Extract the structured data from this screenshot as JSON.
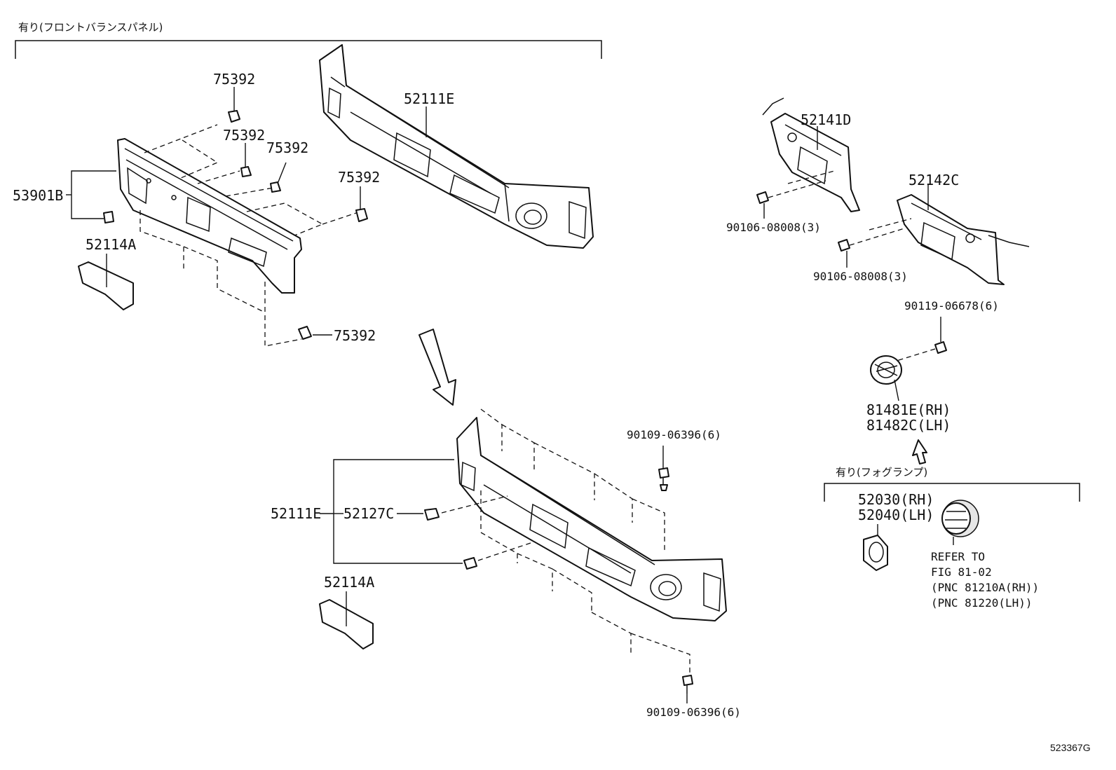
{
  "top_group_label": "有り(フロントバランスパネル)",
  "fog_group_label": "有り(フォグランプ)",
  "labels": {
    "p75392_a": "75392",
    "p75392_b": "75392",
    "p75392_c": "75392",
    "p75392_d": "75392",
    "p75392_e": "75392",
    "p52111e_top": "52111E",
    "p53901b": "53901B",
    "p52114a_top": "52114A",
    "p52141d": "52141D",
    "p52142c": "52142C",
    "p90106_a": "90106-08008(3)",
    "p90106_b": "90106-08008(3)",
    "p90119": "90119-06678(6)",
    "p81481e": "81481E(RH)",
    "p81482c": "81482C(LH)",
    "p90109_top": "90109-06396(6)",
    "p52111e_bottom": "52111E",
    "p52127c": "52127C",
    "p52114a_bottom": "52114A",
    "p90109_bottom": "90109-06396(6)",
    "p52030": "52030(RH)",
    "p52040": "52040(LH)",
    "refer_line1": "REFER TO",
    "refer_line2": "FIG 81-02",
    "refer_line3": "(PNC 81210A(RH))",
    "refer_line4": "(PNC 81220(LH))"
  },
  "diagram_id": "523367G"
}
